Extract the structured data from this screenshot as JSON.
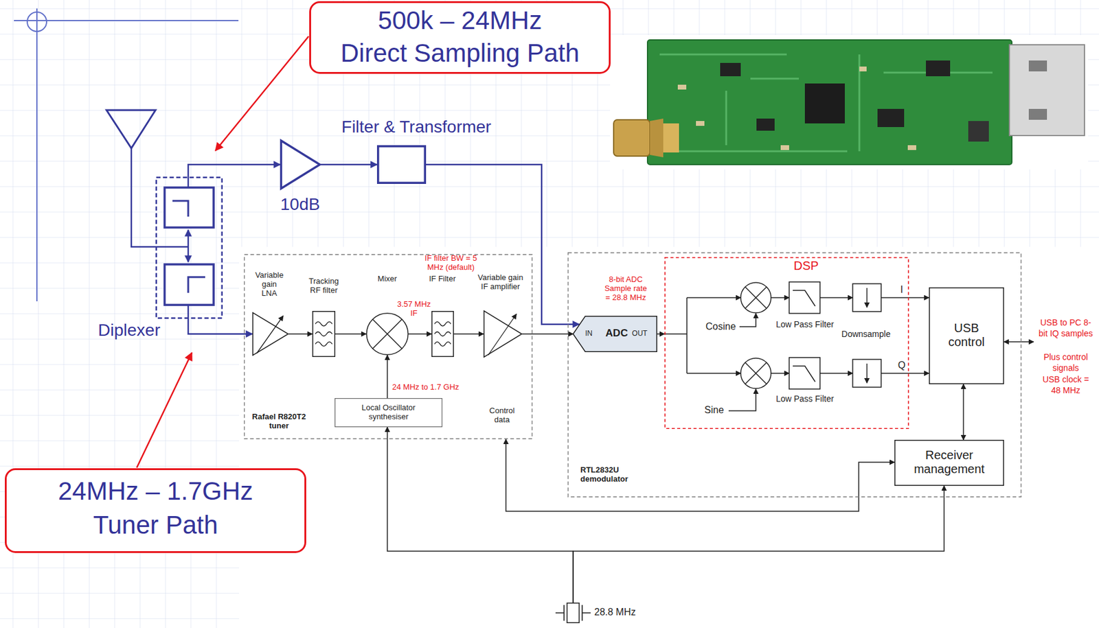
{
  "diagram": {
    "nodes": [
      {
        "text": [
          "500k – 24MHz",
          "Direct Sampling Path"
        ]
      },
      {
        "text": [
          "10dB"
        ]
      },
      {
        "text": [
          "Filter & Transformer"
        ]
      },
      {
        "text": [
          "Diplexer"
        ]
      },
      {
        "text": [
          "Rafael R820T2 tuner",
          "Control data"
        ]
      },
      {
        "text": [
          "Variable gain LNA"
        ],
        "in": 4
      },
      {
        "text": [
          "Tracking RF filter"
        ],
        "in": 4
      },
      {
        "text": [
          "Mixer"
        ],
        "in": 4
      },
      {
        "text": [
          "IF filter BW = 5 MHz (default)",
          "IF Filter"
        ],
        "in": 4
      },
      {
        "text": [
          "Variable gain IF amplifier"
        ],
        "in": 4
      },
      {
        "text": [
          "Local Oscillator synthesiser"
        ],
        "in": 4
      },
      {
        "text": [
          "RTL2832U demodulator"
        ]
      },
      {
        "text": [
          "8-bit ADC Sample rate = 28.8 MHz",
          "IN",
          "ADC",
          "OUT"
        ],
        "in": 11
      },
      {
        "text": [
          "DSP"
        ],
        "in": 11
      },
      {
        "text": [
          "USB control"
        ],
        "in": 11
      },
      {
        "text": [
          "Receiver management"
        ],
        "in": 11
      },
      {
        "text": [
          "24MHz – 1.7GHz",
          "Tuner Path"
        ]
      },
      {
        "text": [
          "28.8 MHz"
        ]
      }
    ],
    "edges": [
      {
        "from": 3,
        "to": 1,
        "arrow": "to"
      },
      {
        "from": 1,
        "to": 2,
        "arrow": "to"
      },
      {
        "from": 2,
        "to": 12,
        "arrow": "to"
      },
      {
        "from": 3,
        "to": 5,
        "arrow": "to"
      },
      {
        "from": 5,
        "to": 6,
        "arrow": "to"
      },
      {
        "from": 6,
        "to": 7,
        "arrow": "to"
      },
      {
        "from": 7,
        "to": 8,
        "arrow": "to"
      },
      {
        "from": 8,
        "to": 9,
        "arrow": "to"
      },
      {
        "from": 9,
        "to": 12,
        "arrow": "to"
      },
      {
        "from": 10,
        "to": 7,
        "arrow": "to"
      },
      {
        "from": 12,
        "to": 13,
        "arrow": "to"
      },
      {
        "from": 13,
        "to": 14,
        "label": "I",
        "arrow": "to"
      },
      {
        "from": 13,
        "to": 14,
        "label": "Q",
        "arrow": "to"
      },
      {
        "from": 14,
        "to": 15,
        "arrow": "both"
      },
      {
        "from": 15,
        "to": 4,
        "arrow": "both"
      },
      {
        "from": 17,
        "to": 10,
        "arrow": "to"
      },
      {
        "from": 17,
        "to": 15,
        "arrow": "to"
      }
    ],
    "labels": [
      "3.57 MHz IF",
      "24 MHz to 1.7 GHz",
      "Cosine",
      "Low Pass Filter",
      "Downsample",
      "Low Pass Filter",
      "Sine",
      "USB to PC 8-bit IQ samples",
      "Plus control signals",
      "USB clock = 48 MHz"
    ]
  }
}
